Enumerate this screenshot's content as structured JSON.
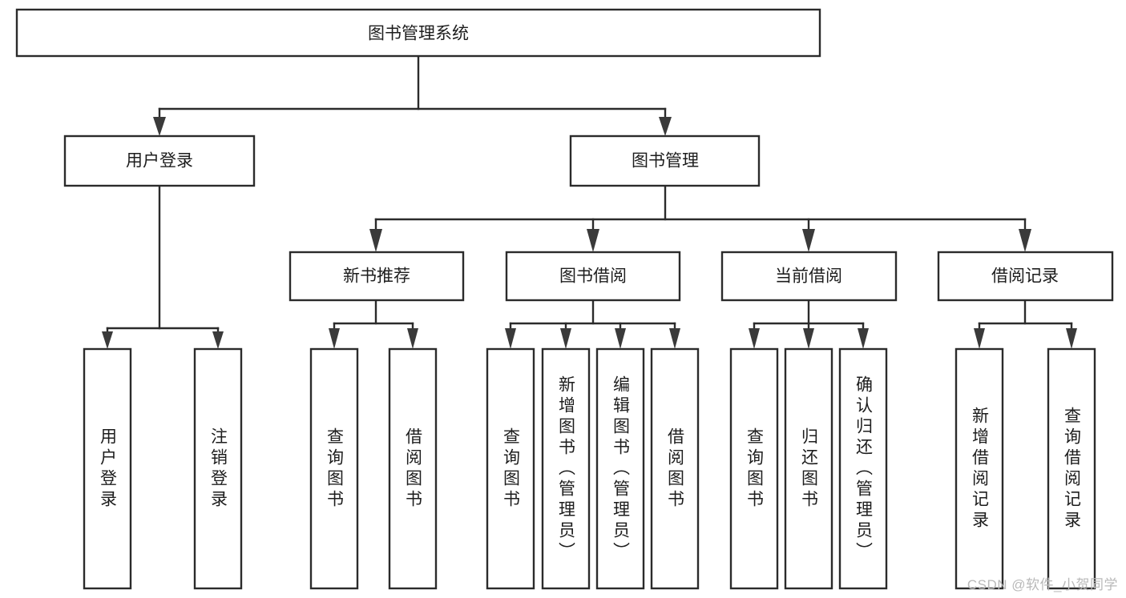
{
  "diagram": {
    "title": "图书管理系统",
    "type": "tree-hierarchy",
    "watermark": "CSDN @软件_小贺同学",
    "colors": {
      "stroke": "#2b2b2b",
      "fill": "#ffffff",
      "text": "#1d1d1d",
      "watermark": "#b9b9b9"
    },
    "nodes": {
      "root": {
        "label": "图书管理系统",
        "level": 0,
        "orientation": "horizontal"
      },
      "level1": [
        {
          "id": "user-login",
          "label": "用户登录",
          "orientation": "horizontal"
        },
        {
          "id": "book-manage",
          "label": "图书管理",
          "orientation": "horizontal"
        }
      ],
      "level2": [
        {
          "id": "new-book-recommend",
          "label": "新书推荐",
          "orientation": "horizontal",
          "parent": "book-manage"
        },
        {
          "id": "book-borrow",
          "label": "图书借阅",
          "orientation": "horizontal",
          "parent": "book-manage"
        },
        {
          "id": "current-borrow",
          "label": "当前借阅",
          "orientation": "horizontal",
          "parent": "book-manage"
        },
        {
          "id": "borrow-record",
          "label": "借阅记录",
          "orientation": "horizontal",
          "parent": "book-manage"
        }
      ],
      "leaves": [
        {
          "id": "leaf-user-login",
          "label": "用户登录",
          "parent": "user-login",
          "orientation": "vertical"
        },
        {
          "id": "leaf-user-logout",
          "label": "注销登录",
          "parent": "user-login",
          "orientation": "vertical"
        },
        {
          "id": "leaf-query-book-1",
          "label": "查询图书",
          "parent": "new-book-recommend",
          "orientation": "vertical"
        },
        {
          "id": "leaf-borrow-book-1",
          "label": "借阅图书",
          "parent": "new-book-recommend",
          "orientation": "vertical"
        },
        {
          "id": "leaf-query-book-2",
          "label": "查询图书",
          "parent": "book-borrow",
          "orientation": "vertical"
        },
        {
          "id": "leaf-add-book",
          "label": "新增图书（管理员）",
          "parent": "book-borrow",
          "orientation": "vertical"
        },
        {
          "id": "leaf-edit-book",
          "label": "编辑图书（管理员）",
          "parent": "book-borrow",
          "orientation": "vertical"
        },
        {
          "id": "leaf-borrow-book-2",
          "label": "借阅图书",
          "parent": "book-borrow",
          "orientation": "vertical"
        },
        {
          "id": "leaf-query-book-3",
          "label": "查询图书",
          "parent": "current-borrow",
          "orientation": "vertical"
        },
        {
          "id": "leaf-return-book",
          "label": "归还图书",
          "parent": "current-borrow",
          "orientation": "vertical"
        },
        {
          "id": "leaf-confirm-return",
          "label": "确认归还（管理员）",
          "parent": "current-borrow",
          "orientation": "vertical"
        },
        {
          "id": "leaf-add-record",
          "label": "新增借阅记录",
          "parent": "borrow-record",
          "orientation": "vertical"
        },
        {
          "id": "leaf-query-record",
          "label": "查询借阅记录",
          "parent": "borrow-record",
          "orientation": "vertical"
        }
      ]
    }
  }
}
